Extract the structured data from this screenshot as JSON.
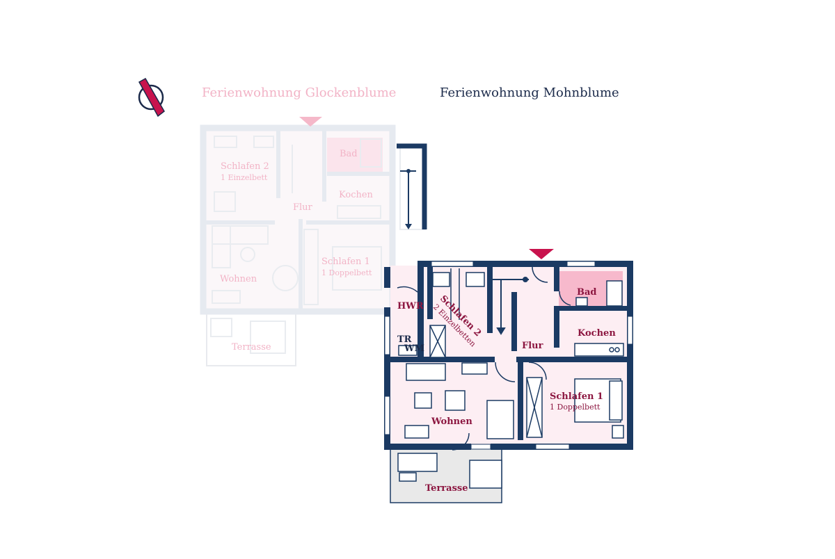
{
  "titles": {
    "glockenblume": "Ferienwohnung Glockenblume",
    "mohnblume": "Ferienwohnung Mohnblume"
  },
  "glockenblume_rooms": {
    "schlafen2": "Schlafen 2",
    "schlafen2_bed": "1 Einzelbett",
    "bad": "Bad",
    "kochen": "Kochen",
    "flur": "Flur",
    "schlafen1": "Schlafen 1",
    "schlafen1_bed": "1 Doppelbett",
    "wohnen": "Wohnen",
    "terrasse": "Terrasse"
  },
  "mohnblume_rooms": {
    "hwr": "HWR",
    "tr": "TR",
    "wm": "WM",
    "schlafen2": "Schlafen 2",
    "schlafen2_bed": "2 Einzelbetten",
    "bad": "Bad",
    "kochen": "Kochen",
    "flur": "Flur",
    "schlafen1": "Schlafen 1",
    "schlafen1_bed": "1 Doppelbett",
    "wohnen": "Wohnen",
    "terrasse": "Terrasse"
  },
  "colors": {
    "wall": "#1b3a63",
    "room_fill": "#fdeef3",
    "bath_fill": "#f7b9cc",
    "accent": "#c8134d",
    "label": "#8c1640",
    "ghost_wall": "#e6eaf0",
    "ghost_label": "#f2b3c6",
    "terrace_fill": "#e9e9e9"
  },
  "icons": {
    "compass": "north-arrow-icon",
    "entrance": "entrance-triangle-icon"
  }
}
